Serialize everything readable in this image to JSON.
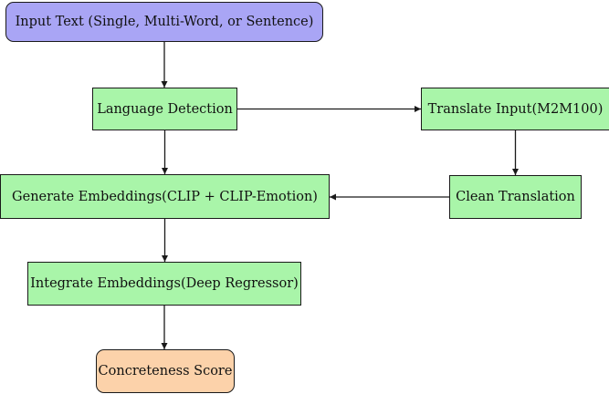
{
  "colors": {
    "start_fill": "#a9a5f5",
    "process_fill": "#a9f5a9",
    "end_fill": "#fcd2aa",
    "stroke": "#1a1a1a"
  },
  "nodes": {
    "input_text": "Input Text (Single, Multi-Word, or Sentence)",
    "language_detection": "Language Detection",
    "translate_input": "Translate Input(M2M100)",
    "clean_translation": "Clean Translation",
    "generate_embeddings": "Generate Embeddings(CLIP + CLIP-Emotion)",
    "integrate_embeddings": "Integrate Embeddings(Deep Regressor)",
    "concreteness_score": "Concreteness Score"
  },
  "edges": [
    {
      "from": "input_text",
      "to": "language_detection"
    },
    {
      "from": "language_detection",
      "to": "translate_input"
    },
    {
      "from": "translate_input",
      "to": "clean_translation"
    },
    {
      "from": "clean_translation",
      "to": "generate_embeddings"
    },
    {
      "from": "language_detection",
      "to": "generate_embeddings"
    },
    {
      "from": "generate_embeddings",
      "to": "integrate_embeddings"
    },
    {
      "from": "integrate_embeddings",
      "to": "concreteness_score"
    }
  ]
}
